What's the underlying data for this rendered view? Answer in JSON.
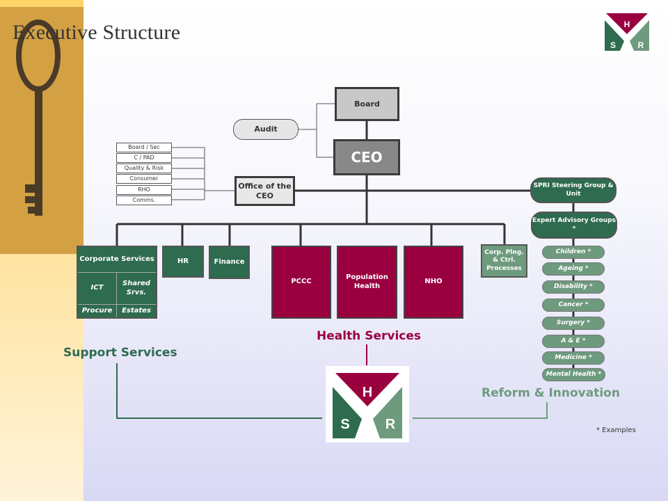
{
  "slide": {
    "title": "Executive Structure"
  },
  "top": {
    "board": "Board",
    "audit": "Audit",
    "ceo": "CEO",
    "office_ceo": "Office of the CEO",
    "office_items": [
      "Board / Sec",
      "C / PAD",
      "Quality & Risk",
      "Consumer",
      "RHO",
      "Comms."
    ]
  },
  "support": {
    "corporate_services": "Corporate Services",
    "ict": "ICT",
    "shared_srvs": "Shared Srvs.",
    "procure": "Procure",
    "estates": "Estates",
    "hr": "HR",
    "finance": "Finance",
    "label": "Support Services"
  },
  "health": {
    "pccc": "PCCC",
    "population_health": "Population Health",
    "nho": "NHO",
    "label": "Health Services"
  },
  "reform": {
    "corp_plng": "Corp. Plng. & Ctrl. Processes",
    "spri": "SPRI Steering Group & Unit",
    "expert": "Expert Advisory Groups *",
    "groups": [
      "Children *",
      "Ageing *",
      "Disability *",
      "Cancer *",
      "Surgery *",
      "A & E *",
      "Medicine *",
      "Mental Health *"
    ],
    "label": "Reform & Innovation",
    "examples": "* Examples"
  },
  "logo": {
    "h": "H",
    "s": "S",
    "r": "R"
  },
  "colors": {
    "green": "#2e6b4f",
    "maroon": "#9a0040",
    "sage": "#6e9a7e",
    "grey": "#888888"
  }
}
